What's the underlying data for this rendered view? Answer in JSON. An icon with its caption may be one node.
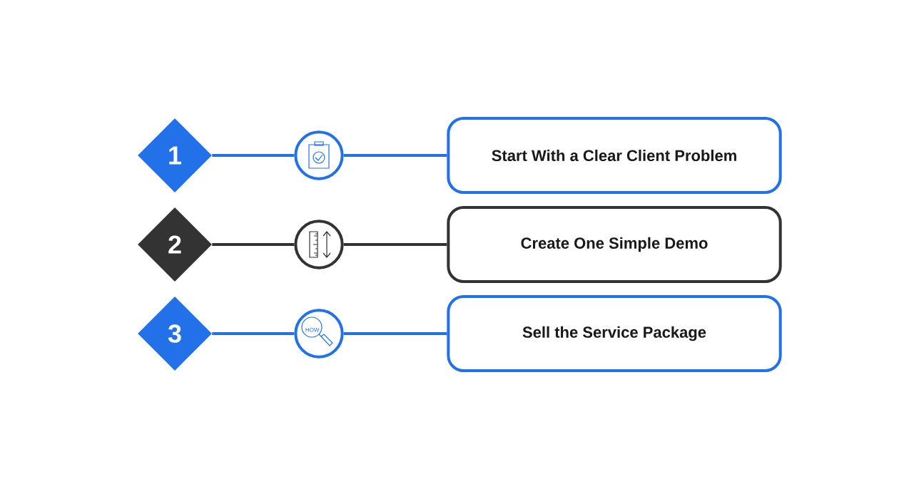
{
  "diagram": {
    "nodes": [
      {
        "text": [
          "1"
        ]
      },
      {
        "text": [],
        "shape": "circle"
      },
      {
        "text": [
          "Start With a Clear Client Problem"
        ]
      },
      {
        "text": [
          "2"
        ]
      },
      {
        "text": [],
        "shape": "circle"
      },
      {
        "text": [
          "Create One Simple Demo"
        ]
      },
      {
        "text": [
          "3"
        ]
      },
      {
        "text": [
          "HOW"
        ]
      },
      {
        "text": [
          "Sell the Service Package"
        ]
      }
    ],
    "edges": [
      {
        "from": 0,
        "to": 1,
        "arrow": "none"
      },
      {
        "from": 1,
        "to": 2,
        "arrow": "none"
      },
      {
        "from": 3,
        "to": 4,
        "arrow": "none",
        "color": "#333333"
      },
      {
        "from": 4,
        "to": 5,
        "arrow": "none",
        "color": "#333333"
      },
      {
        "from": 6,
        "to": 7,
        "arrow": "none"
      },
      {
        "from": 7,
        "to": 8,
        "arrow": "none"
      }
    ]
  }
}
